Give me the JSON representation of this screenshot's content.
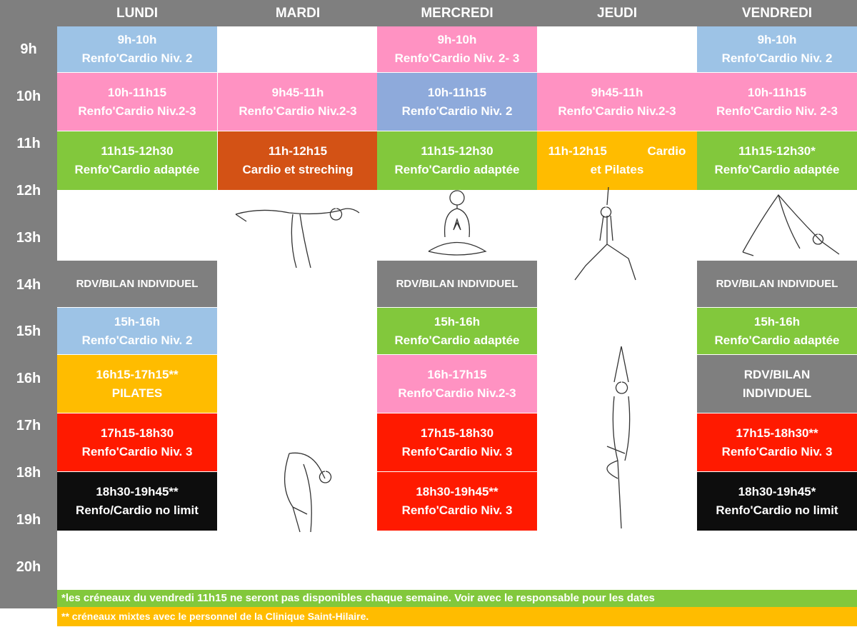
{
  "days": [
    "LUNDI",
    "MARDI",
    "MERCREDI",
    "JEUDI",
    "VENDREDI"
  ],
  "hours": [
    "9h",
    "10h",
    "11h",
    "12h",
    "13h",
    "14h",
    "15h",
    "16h",
    "17h",
    "18h",
    "19h",
    "20h"
  ],
  "lundi": [
    [
      "9h-10h",
      "Renfo'Cardio Niv. 2"
    ],
    [
      "10h-11h15",
      "Renfo'Cardio Niv.2-3"
    ],
    [
      "11h15-12h30",
      "Renfo'Cardio adaptée"
    ],
    [
      "RDV/BILAN INDIVIDUEL"
    ],
    [
      "15h-16h",
      "Renfo'Cardio Niv. 2"
    ],
    [
      "16h15-17h15**",
      "PILATES"
    ],
    [
      "17h15-18h30",
      "Renfo'Cardio Niv. 3"
    ],
    [
      "18h30-19h45**",
      "Renfo/Cardio no limit"
    ]
  ],
  "mardi": [
    [
      "9h45-11h",
      "Renfo'Cardio Niv.2-3"
    ],
    [
      "11h-12h15",
      "Cardio et streching"
    ]
  ],
  "mercredi": [
    [
      "9h-10h",
      "Renfo'Cardio Niv. 2- 3"
    ],
    [
      "10h-11h15",
      "Renfo'Cardio Niv. 2"
    ],
    [
      "11h15-12h30",
      "Renfo'Cardio adaptée"
    ],
    [
      "RDV/BILAN INDIVIDUEL"
    ],
    [
      "15h-16h",
      "Renfo'Cardio adaptée"
    ],
    [
      "16h-17h15",
      "Renfo'Cardio Niv.2-3"
    ],
    [
      "17h15-18h30",
      "Renfo'Cardio Niv. 3"
    ],
    [
      "18h30-19h45**",
      "Renfo'Cardio Niv. 3"
    ]
  ],
  "jeudi": [
    [
      "9h45-11h",
      "Renfo'Cardio Niv.2-3"
    ],
    [
      "11h-12h15            Cardio",
      "et Pilates"
    ]
  ],
  "vendredi": [
    [
      "9h-10h",
      "Renfo'Cardio Niv. 2"
    ],
    [
      "10h-11h15",
      "Renfo'Cardio Niv. 2-3"
    ],
    [
      "11h15-12h30*",
      "Renfo'Cardio adaptée"
    ],
    [
      "RDV/BILAN INDIVIDUEL"
    ],
    [
      "15h-16h",
      "Renfo'Cardio adaptée"
    ],
    [
      "RDV/BILAN",
      "INDIVIDUEL"
    ],
    [
      "17h15-18h30**",
      "Renfo'Cardio Niv. 3"
    ],
    [
      "18h30-19h45*",
      "Renfo'Cardio no limit"
    ]
  ],
  "footer": {
    "note1": "*les créneaux du vendredi 11h15 ne seront pas disponibles chaque semaine. Voir avec le responsable pour les dates",
    "note2": "** créneaux mixtes avec le personnel de la Clinique Saint-Hilaire."
  },
  "colors": {
    "blue": "#9dc3e6",
    "pink": "#ff92c2",
    "green": "#82c83c",
    "rust": "#d35215",
    "yellow": "#ffbc00",
    "red": "#ff1a00",
    "black": "#0d0d0d",
    "gray": "#7f7f7f"
  }
}
